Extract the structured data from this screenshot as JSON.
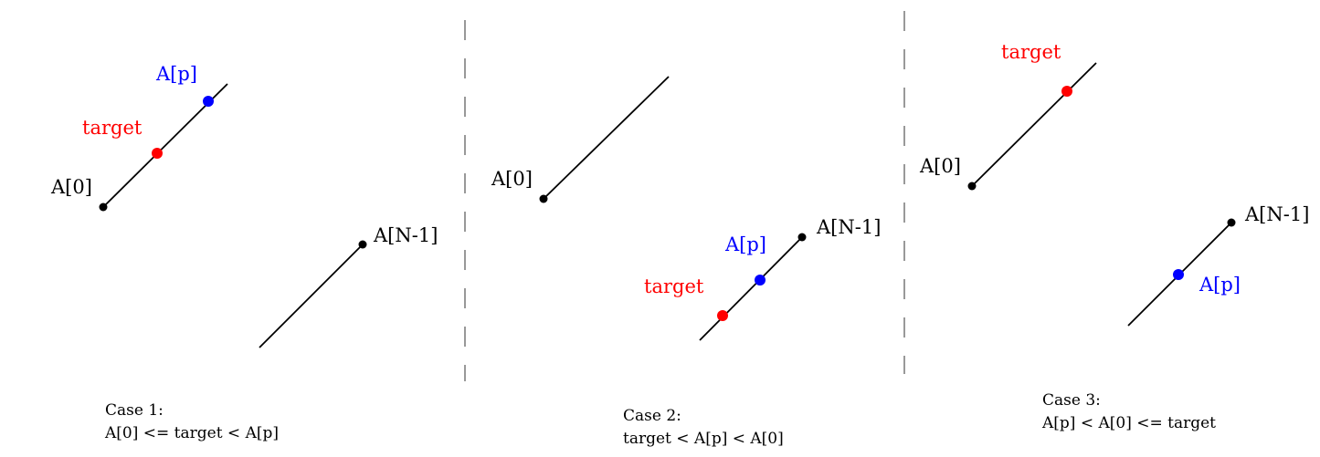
{
  "colors": {
    "line": "#000000",
    "target": "#ff0000",
    "pivot": "#0000ff",
    "divider": "#555555"
  },
  "labels": {
    "first": "A[0]",
    "last": "A[N-1]",
    "target": "target",
    "pivot": "A[p]"
  },
  "cases": [
    {
      "title": "Case 1:",
      "condition": "A[0] <= target < A[p]"
    },
    {
      "title": "Case 2:",
      "condition": "target < A[p] < A[0]"
    },
    {
      "title": "Case 3:",
      "condition": "A[p] < A[0] <= target"
    }
  ]
}
